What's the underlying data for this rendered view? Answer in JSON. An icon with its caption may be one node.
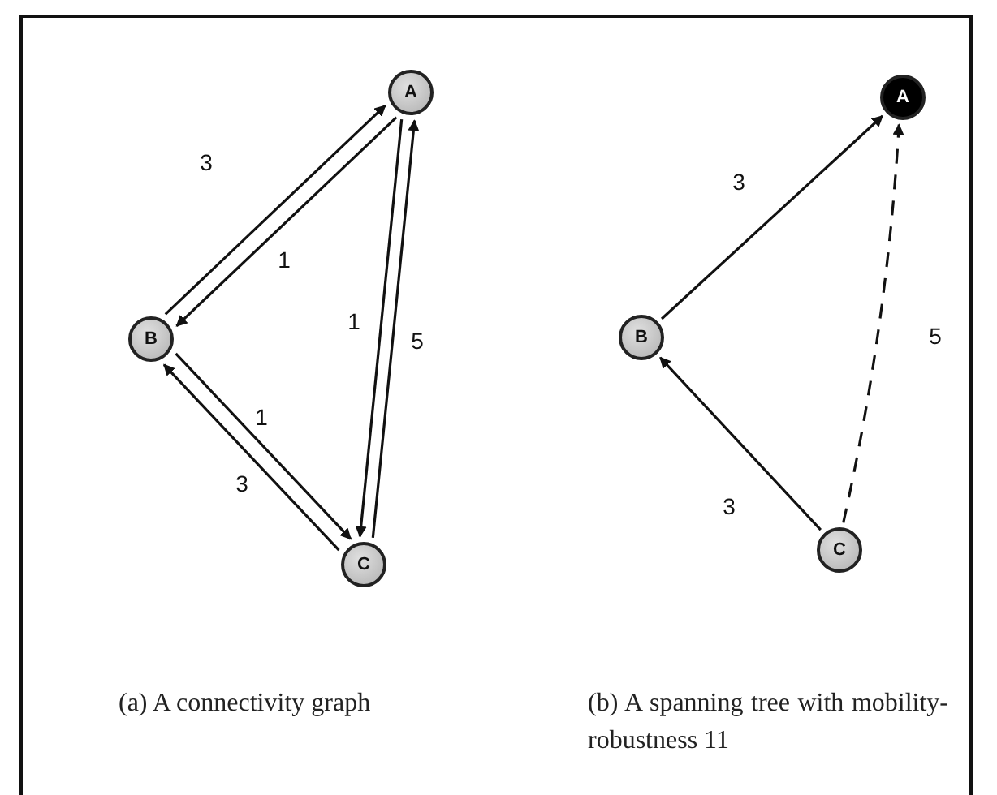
{
  "diagram": {
    "nodes": [
      {
        "text": [
          "A"
        ]
      },
      {
        "text": [
          "B"
        ]
      },
      {
        "text": [
          "C"
        ]
      },
      {
        "text": [
          "A"
        ]
      },
      {
        "text": [
          "B"
        ]
      },
      {
        "text": [
          "C"
        ]
      }
    ],
    "edges": [
      {
        "from": 1,
        "to": 0,
        "arrow": "to",
        "label": "3"
      },
      {
        "from": 0,
        "to": 1,
        "arrow": "to",
        "label": "1"
      },
      {
        "from": 0,
        "to": 2,
        "arrow": "to",
        "label": "1"
      },
      {
        "from": 2,
        "to": 0,
        "arrow": "to",
        "label": "5"
      },
      {
        "from": 1,
        "to": 2,
        "arrow": "to",
        "label": "1"
      },
      {
        "from": 2,
        "to": 1,
        "arrow": "to",
        "label": "3"
      },
      {
        "from": 4,
        "to": 3,
        "arrow": "to",
        "label": "3"
      },
      {
        "from": 5,
        "to": 4,
        "arrow": "to",
        "label": "3"
      },
      {
        "from": 5,
        "to": 3,
        "arrow": "to",
        "label": "5",
        "style": "dashed"
      }
    ],
    "labels": [
      "(a) A connectivity graph",
      "(b) A spanning tree with mobility-robustness 11"
    ]
  }
}
